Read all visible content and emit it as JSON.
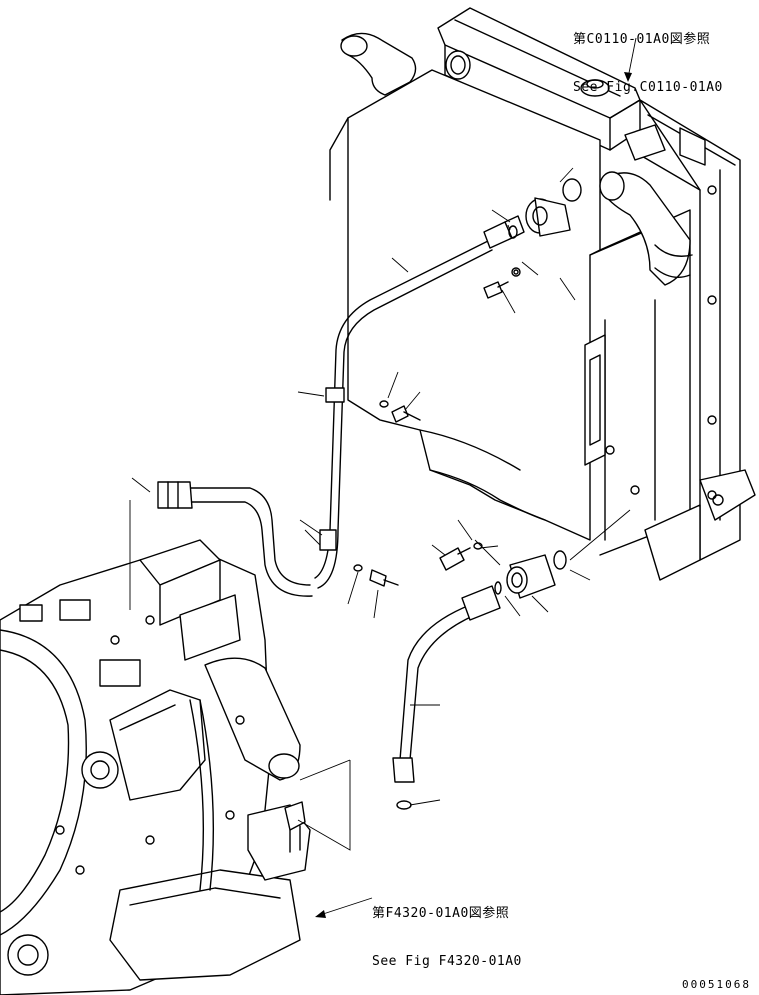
{
  "references": {
    "top_right": {
      "line1": "第C0110-01A0図参照",
      "line2": "See Fig.C0110-01A0"
    },
    "bottom": {
      "line1": "第F4320-01A0図参照",
      "line2": "See Fig F4320-01A0"
    }
  },
  "drawing_code": "00051068",
  "colors": {
    "ink": "#000000",
    "paper": "#ffffff"
  }
}
